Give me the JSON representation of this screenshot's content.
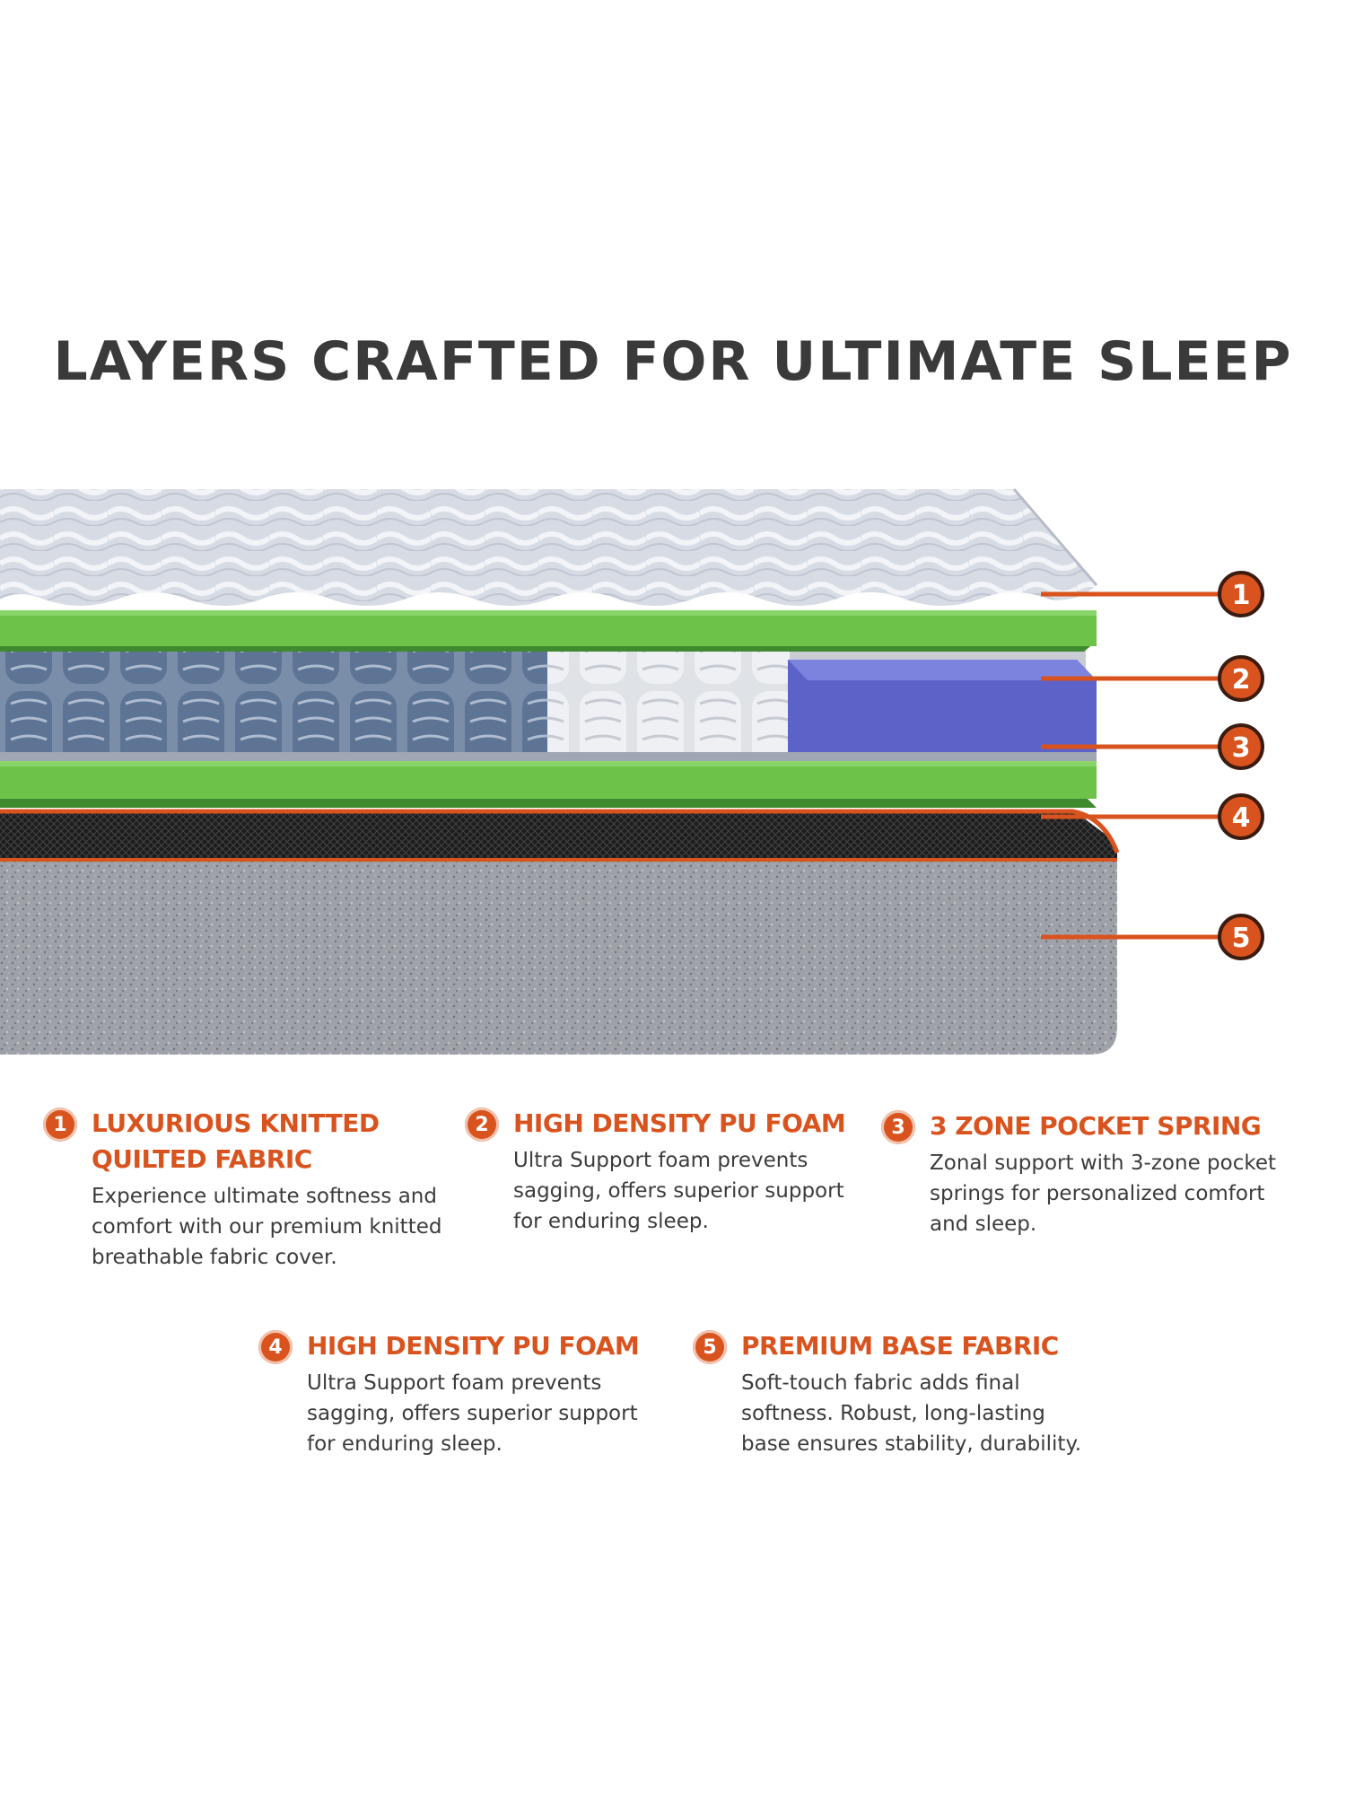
{
  "title": "LAYERS CRAFTED FOR ULTIMATE SLEEP",
  "accent_color": "#d9531e",
  "layer_markers": [
    "1",
    "2",
    "3",
    "4",
    "5"
  ],
  "layers": [
    {
      "number": "1",
      "title_line1": "LUXURIOUS KNITTED",
      "title_line2": "QUILTED FABRIC",
      "description": "Experience ultimate softness and comfort with our premium knitted breathable fabric cover."
    },
    {
      "number": "2",
      "title_line1": "HIGH DENSITY PU FOAM",
      "description": "Ultra Support foam prevents sagging, offers superior support for enduring sleep."
    },
    {
      "number": "3",
      "title_line1": "3 ZONE POCKET SPRING",
      "description": "Zonal support with 3-zone pocket springs for personalized comfort and sleep."
    },
    {
      "number": "4",
      "title_line1": "HIGH DENSITY PU FOAM",
      "description": "Ultra Support foam prevents sagging, offers superior support for enduring sleep."
    },
    {
      "number": "5",
      "title_line1": "PREMIUM BASE FABRIC",
      "description": "Soft-touch fabric adds final softness. Robust, long-lasting base ensures stability, durability."
    }
  ]
}
